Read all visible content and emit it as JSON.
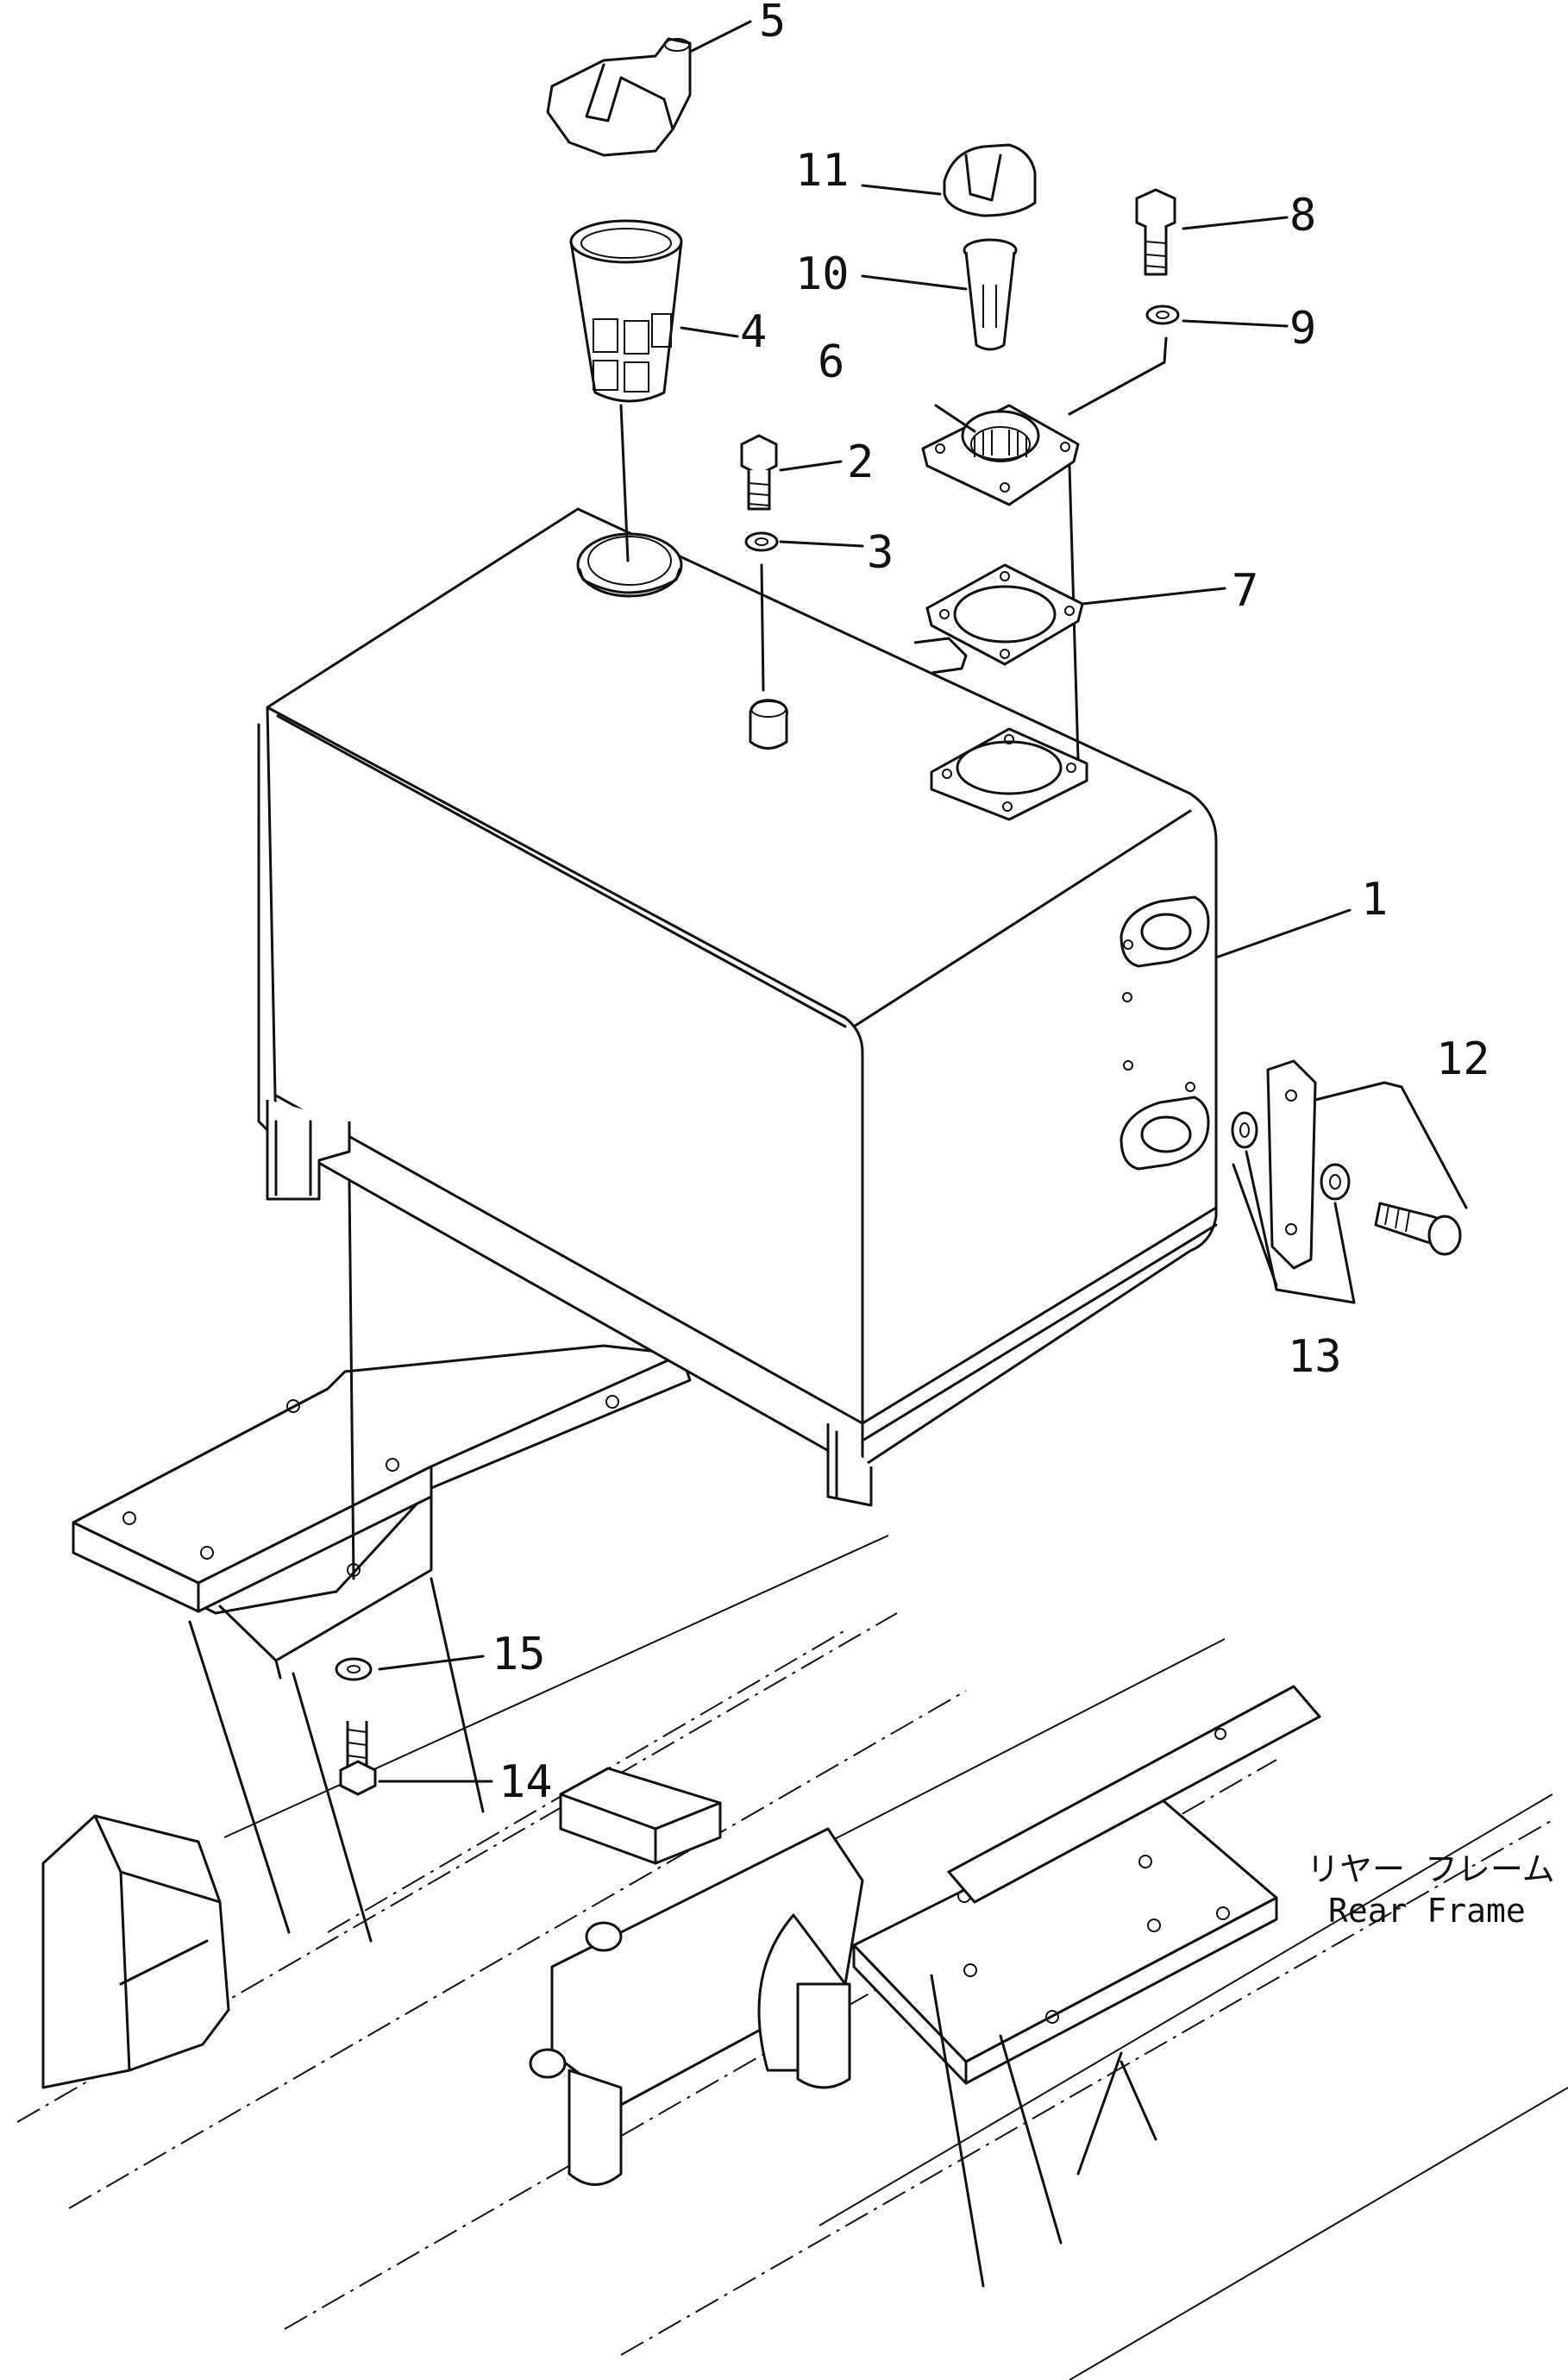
{
  "callouts": [
    "1",
    "2",
    "3",
    "4",
    "5",
    "6",
    "7",
    "8",
    "9",
    "10",
    "11",
    "12",
    "13",
    "14",
    "15"
  ],
  "frame_label": {
    "jp": "リヤー フレーム",
    "en": "Rear Frame"
  }
}
